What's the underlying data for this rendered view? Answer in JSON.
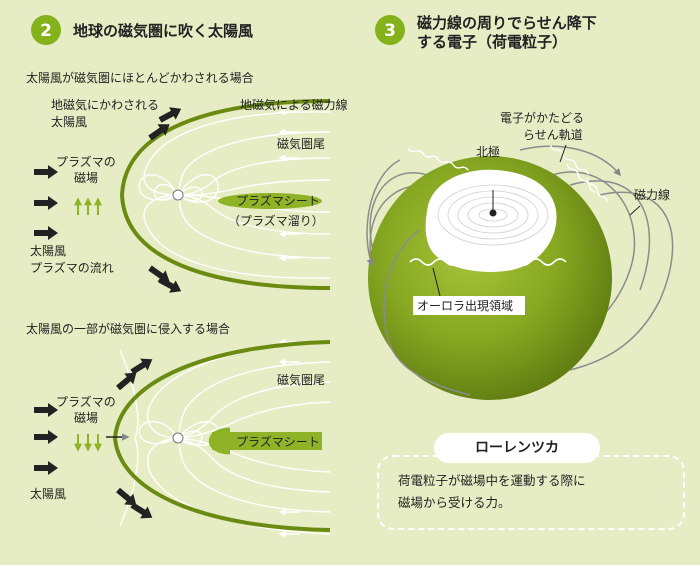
{
  "panel2": {
    "number": "2",
    "title": "地球の磁気圏に吹く太陽風",
    "top": {
      "caption": "太陽風が磁気圏にほとんどかわされる場合",
      "solar_wind_deflected_l1": "地磁気にかわされる",
      "solar_wind_deflected_l2": "太陽風",
      "geomagnetic_field_lines": "地磁気による磁力線",
      "magnetotail": "磁気圏尾",
      "plasma_field_l1": "プラズマの",
      "plasma_field_l2": "磁場",
      "plasma_sheet": "プラズマシート",
      "plasma_reservoir": "（プラズマ溜り）",
      "solar_wind_flow_l1": "太陽風",
      "solar_wind_flow_l2": "プラズマの流れ"
    },
    "bottom": {
      "caption": "太陽風の一部が磁気圏に侵入する場合",
      "magnetotail": "磁気圏尾",
      "plasma_field_l1": "プラズマの",
      "plasma_field_l2": "磁場",
      "plasma_sheet": "プラズマシート",
      "solar_wind": "太陽風"
    }
  },
  "panel3": {
    "number": "3",
    "title_l1": "磁力線の周りでらせん降下",
    "title_l2": "する電子（荷電粒子）",
    "electron_l1": "電子がかたどる",
    "electron_l2": "らせん軌道",
    "north_pole": "北極",
    "field_lines": "磁力線",
    "aurora_zone": "オーロラ出現領域"
  },
  "definition": {
    "title": "ローレンツカ",
    "text_l1": "荷電粒子が磁場中を運動する際に",
    "text_l2": "磁場から受ける力。"
  },
  "colors": {
    "background": "#e6edc4",
    "accent_green": "#8aa81c",
    "dark_green": "#5d7a10",
    "badge_green": "#84b21b"
  }
}
